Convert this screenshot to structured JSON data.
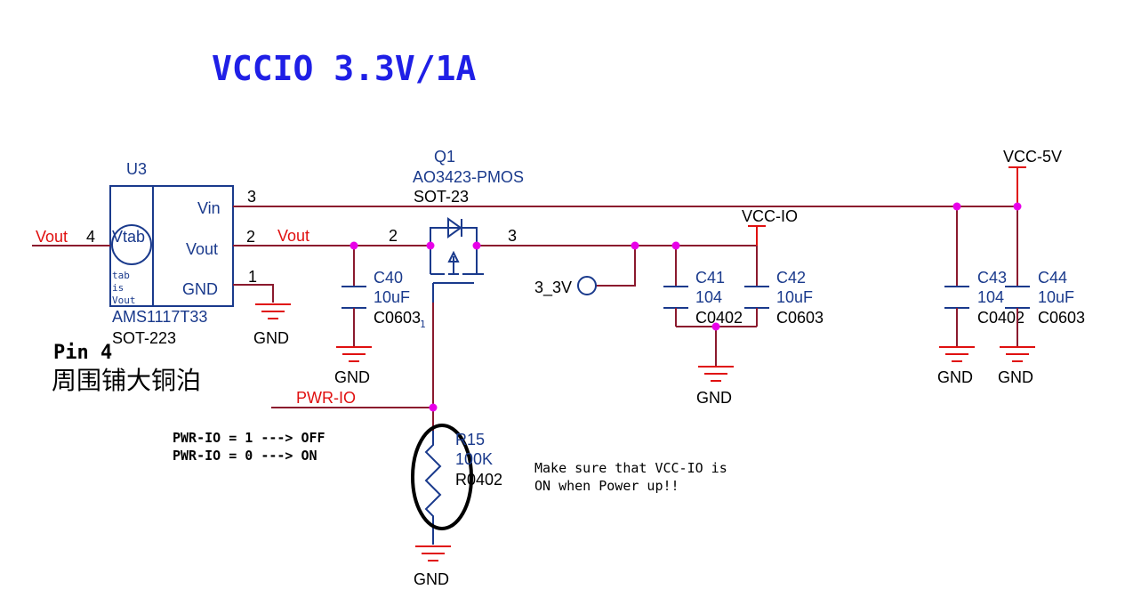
{
  "title": "VCCIO 3.3V/1A",
  "u3": {
    "ref": "U3",
    "part": "AMS1117T33",
    "package": "SOT-223",
    "pin_vin": "Vin",
    "pin_vout": "Vout",
    "pin_gnd": "GND",
    "pin_vtab": "Vtab",
    "tab_note_1": "tab",
    "tab_note_2": "is",
    "tab_note_3": "Vout",
    "pin_num_vin": "3",
    "pin_num_vout": "2",
    "pin_num_gnd": "1",
    "pin_num_tab": "4"
  },
  "nets": {
    "vout_left": "Vout",
    "vout_right": "Vout",
    "vcc5v": "VCC-5V",
    "vccio": "VCC-IO",
    "pwr_io": "PWR-IO",
    "port_3v3": "3_3V"
  },
  "q1": {
    "ref": "Q1",
    "part": "AO3423-PMOS",
    "package": "SOT-23",
    "pin_gate": "1",
    "pin_source": "2",
    "pin_drain": "3"
  },
  "caps": [
    {
      "ref": "C40",
      "value": "10uF",
      "package": "C0603"
    },
    {
      "ref": "C41",
      "value": "104",
      "package": "C0402"
    },
    {
      "ref": "C42",
      "value": "10uF",
      "package": "C0603"
    },
    {
      "ref": "C43",
      "value": "104",
      "package": "C0402"
    },
    {
      "ref": "C44",
      "value": "10uF",
      "package": "C0603"
    }
  ],
  "r15": {
    "ref": "R15",
    "value": "100K",
    "package": "R0402"
  },
  "gnd_label": "GND",
  "notes": {
    "pin4_line1": "Pin 4",
    "pin4_line2": "周围铺大铜泊",
    "pwr_off": "PWR-IO = 1 ---> OFF",
    "pwr_on": "PWR-IO = 0 ---> ON",
    "make_sure_1": "Make sure that VCC-IO is",
    "make_sure_2": "ON when Power up!!"
  },
  "colors": {
    "title": "#1f1fe6",
    "wire": "#8b1a2e",
    "net_label": "#e01010",
    "component": "#1a3a8c",
    "junction": "#e800e8"
  }
}
